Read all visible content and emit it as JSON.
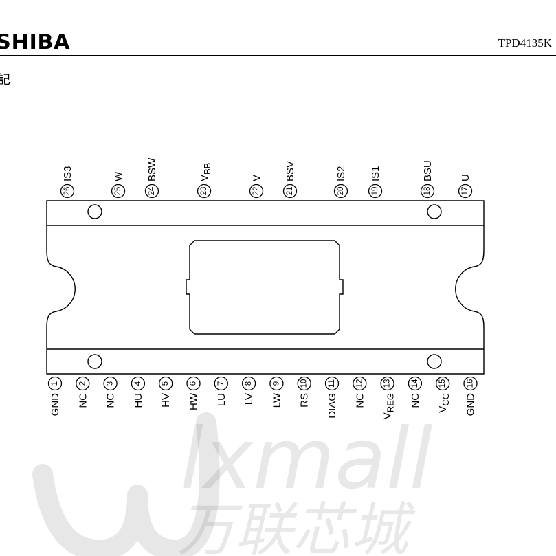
{
  "header": {
    "logo": "SHIBA",
    "part_number": "TPD4135K",
    "section_label": "記"
  },
  "watermark": {
    "latin": "lxmall",
    "cjk": "万联芯城"
  },
  "pins_top": [
    {
      "num": "26",
      "name": "IS3"
    },
    {
      "num": "25",
      "name": "W"
    },
    {
      "num": "24",
      "name": "BSW"
    },
    {
      "num": "23",
      "name": "V",
      "sub": "BB"
    },
    {
      "num": "22",
      "name": "V"
    },
    {
      "num": "21",
      "name": "BSV"
    },
    {
      "num": "20",
      "name": "IS2"
    },
    {
      "num": "19",
      "name": "IS1"
    },
    {
      "num": "18",
      "name": "BSU"
    },
    {
      "num": "17",
      "name": "U"
    }
  ],
  "pins_bottom": [
    {
      "num": "1",
      "name": "GND"
    },
    {
      "num": "2",
      "name": "NC"
    },
    {
      "num": "3",
      "name": "NC"
    },
    {
      "num": "4",
      "name": "HU"
    },
    {
      "num": "5",
      "name": "HV"
    },
    {
      "num": "6",
      "name": "HW"
    },
    {
      "num": "7",
      "name": "LU"
    },
    {
      "num": "8",
      "name": "LV"
    },
    {
      "num": "9",
      "name": "LW"
    },
    {
      "num": "10",
      "name": "RS"
    },
    {
      "num": "11",
      "name": "DIAG"
    },
    {
      "num": "12",
      "name": "NC"
    },
    {
      "num": "13",
      "name": "V",
      "sub": "REG"
    },
    {
      "num": "14",
      "name": "NC"
    },
    {
      "num": "15",
      "name": "V",
      "sub": "CC"
    },
    {
      "num": "16",
      "name": "GND"
    }
  ]
}
